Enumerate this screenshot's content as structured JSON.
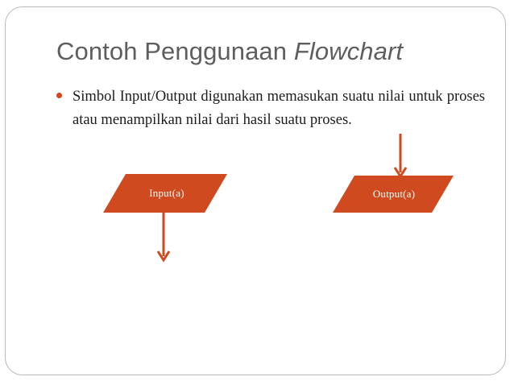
{
  "slide": {
    "background_color": "#ffffff",
    "frame_color": "#b9b9b9",
    "accent_color": "#d6451f",
    "shape_fill_color": "#cf4a1e",
    "title_color": "#5e5e5e",
    "body_text_color": "#1c1c1c",
    "shape_label_color": "#ffffff"
  },
  "title": {
    "plain_part": "Contoh Penggunaan ",
    "italic_part": "Flowchart",
    "full_text": "Contoh Penggunaan Flowchart"
  },
  "body": {
    "bullets": [
      {
        "marker": "bullet-dot",
        "text": "Simbol Input/Output digunakan memasukan suatu nilai untuk proses atau menampilkan nilai dari hasil suatu proses."
      }
    ]
  },
  "flowchart": {
    "nodes": [
      {
        "id": "input",
        "shape": "parallelogram",
        "label": "Input(a)",
        "fill": "#cf4a1e"
      },
      {
        "id": "output",
        "shape": "parallelogram",
        "label": "Output(a)",
        "fill": "#cf4a1e"
      }
    ],
    "connectors": [
      {
        "id": "input-down",
        "from": "input",
        "direction": "down",
        "arrowhead": "open-v",
        "color": "#cf4a1e"
      },
      {
        "id": "output-in",
        "to": "output",
        "direction": "down",
        "arrowhead": "open-v",
        "color": "#cf4a1e"
      }
    ]
  }
}
